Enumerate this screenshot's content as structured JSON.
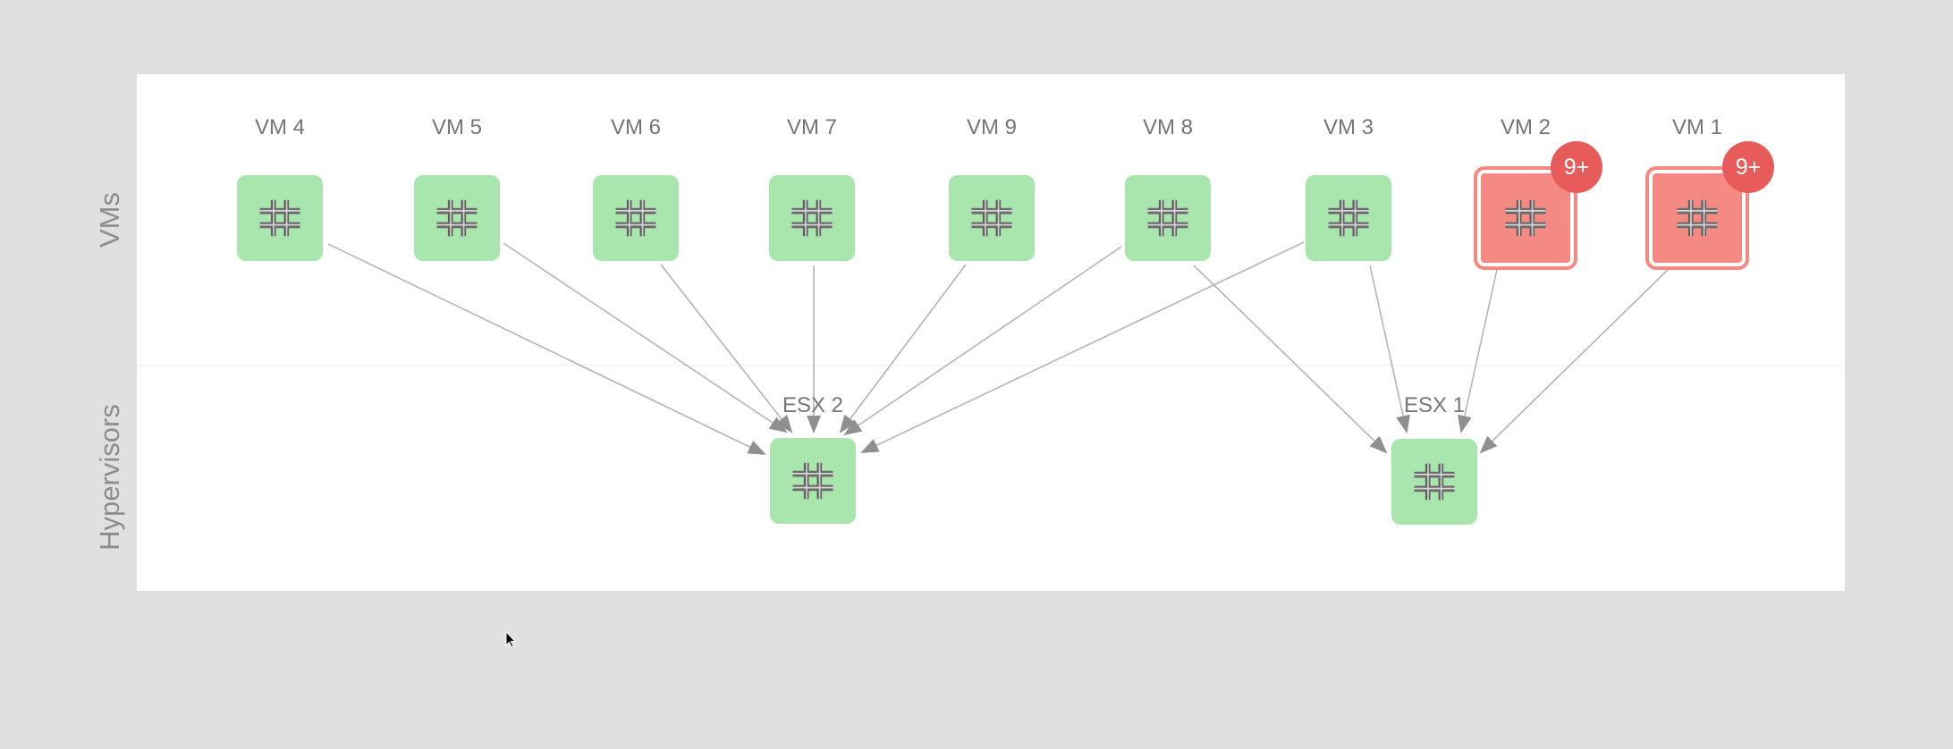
{
  "rows": {
    "vms_label": "VMs",
    "hypervisors_label": "Hypervisors"
  },
  "vms": [
    {
      "id": "vm4",
      "label": "VM 4",
      "status": "ok",
      "badge": "",
      "target": "esx2"
    },
    {
      "id": "vm5",
      "label": "VM 5",
      "status": "ok",
      "badge": "",
      "target": "esx2"
    },
    {
      "id": "vm6",
      "label": "VM 6",
      "status": "ok",
      "badge": "",
      "target": "esx2"
    },
    {
      "id": "vm7",
      "label": "VM 7",
      "status": "ok",
      "badge": "",
      "target": "esx2"
    },
    {
      "id": "vm9",
      "label": "VM 9",
      "status": "ok",
      "badge": "",
      "target": "esx2"
    },
    {
      "id": "vm8",
      "label": "VM 8",
      "status": "ok",
      "badge": "",
      "target": "esx2,esx1"
    },
    {
      "id": "vm3",
      "label": "VM 3",
      "status": "ok",
      "badge": "",
      "target": "esx2,esx1"
    },
    {
      "id": "vm2",
      "label": "VM 2",
      "status": "alert",
      "badge": "9+",
      "target": "esx1"
    },
    {
      "id": "vm1",
      "label": "VM 1",
      "status": "alert",
      "badge": "9+",
      "target": "esx1"
    }
  ],
  "hypervisors": [
    {
      "id": "esx2",
      "label": "ESX 2",
      "status": "ok"
    },
    {
      "id": "esx1",
      "label": "ESX 1",
      "status": "ok"
    }
  ],
  "colors": {
    "ok": "#a8e6ae",
    "alert": "#f58a84",
    "badge": "#e85b5b",
    "edge": "#b4b4b4",
    "arrow": "#8f8f8f"
  },
  "icons": {
    "node_icon": "network-hub-icon",
    "cursor": "mouse-pointer-icon"
  }
}
